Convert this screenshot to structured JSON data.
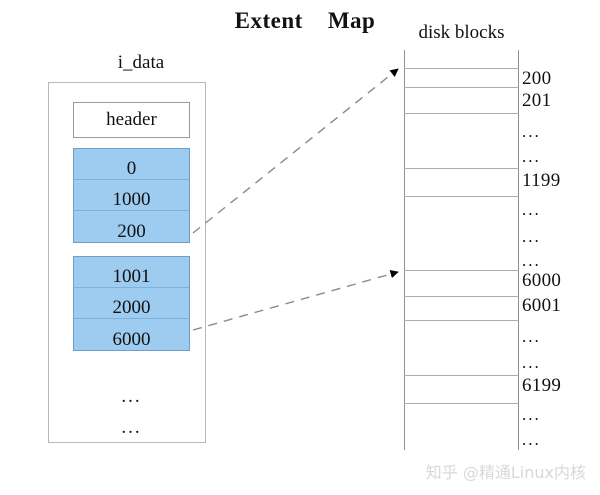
{
  "title": "Extent    Map",
  "idata": {
    "label": "i_data",
    "header_label": "header",
    "extents": [
      {
        "rows": [
          "0",
          "1000",
          "200"
        ]
      },
      {
        "rows": [
          "1001",
          "2000",
          "6000"
        ]
      }
    ],
    "trailing_dots": [
      "...",
      "..."
    ]
  },
  "disk": {
    "label": "disk blocks",
    "block_numbers": [
      "200",
      "201",
      "...",
      "...",
      "1199",
      "...",
      "...",
      "...",
      "6000",
      "6001",
      "...",
      "...",
      "6199",
      "...",
      "..."
    ]
  },
  "watermark": "知乎 @精通Linux内核",
  "colors": {
    "extent_fill": "#9ecbf0",
    "extent_border": "#6f9fc8",
    "box_border": "#b8b8b8",
    "text": "#111111",
    "watermark": "#d8d8d8"
  }
}
